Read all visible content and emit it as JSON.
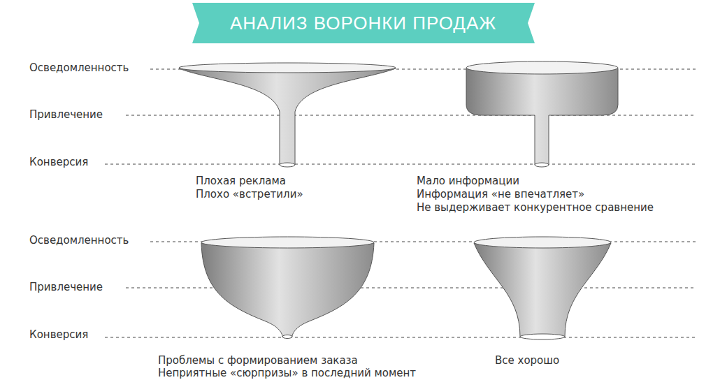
{
  "diagram": {
    "title": "АНАЛИЗ ВОРОНКИ ПРОДАЖ",
    "labels": [
      "Осведомленность",
      "Привлечение",
      "Конверсия",
      "Плохая реклама",
      "Плохо «встретили»",
      "Мало информации",
      "Информация «не впечатляет»",
      "Не выдерживает конкурентное сравнение",
      "Осведомленность",
      "Привлечение",
      "Конверсия",
      "Проблемы с формированием заказа",
      "Неприятные «сюрпризы» в последний момент",
      "Все хорошо"
    ]
  }
}
